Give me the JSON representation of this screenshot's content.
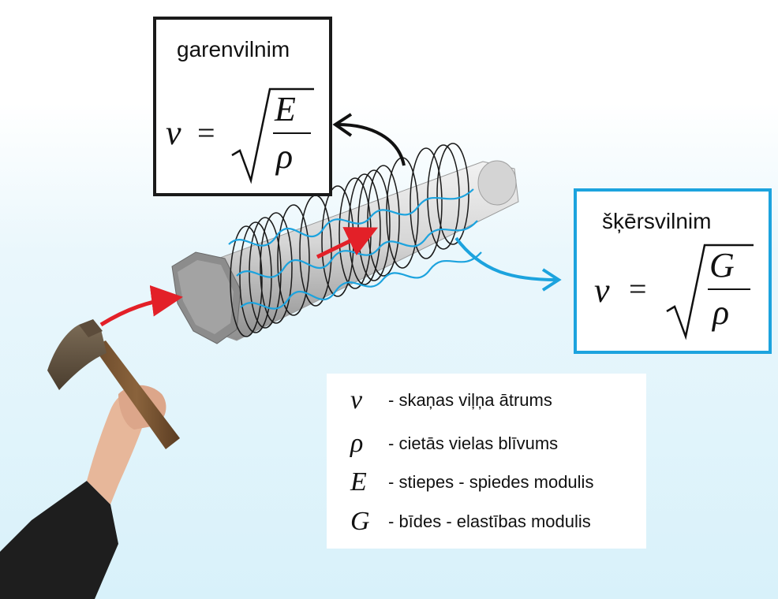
{
  "longitudinal": {
    "title": "garenvilnim",
    "formula": {
      "v": "v",
      "eq": "=",
      "numerator": "E",
      "denominator": "ρ"
    }
  },
  "transverse": {
    "title": "šķērsvilnim",
    "formula": {
      "v": "v",
      "eq": "=",
      "numerator": "G",
      "denominator": "ρ"
    }
  },
  "legend": {
    "items": [
      {
        "symbol": "v",
        "text": "- skaņas viļņa ātrums"
      },
      {
        "symbol": "ρ",
        "text": "- cietās vielas blīvums"
      },
      {
        "symbol": "E",
        "text": "- stiepes - spiedes modulis"
      },
      {
        "symbol": "G",
        "text": "- bīdes - elastības modulis"
      }
    ]
  },
  "colors": {
    "longitudinal_border": "#1a1a1a",
    "transverse_border": "#1ca3de",
    "wave_blue": "#1ca3de",
    "impact_arrow": "#e32028",
    "rod_gray": "#c8c8c8"
  },
  "icons": [
    "hammer-icon",
    "hand-icon",
    "rod-icon",
    "arrow-icon"
  ]
}
